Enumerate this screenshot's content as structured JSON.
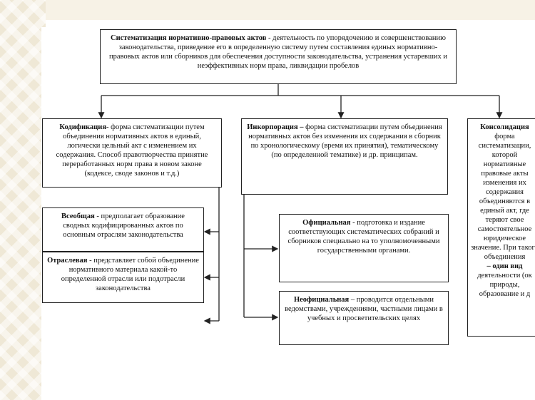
{
  "top_box": {
    "term": "Систематизация нормативно-правовых  актов",
    "text": " -  деятельность по упорядочению и совершенствованию законодательства, приведение его в определенную систему путем составления единых нормативно-правовых актов или сборников для обеспечения доступности законодательства, устранения устаревших и неэффективных норм права, ликвидации пробелов"
  },
  "codification": {
    "term": "Кодификация",
    "text": "- форма систематизации путем объединения нормативных актов в единый, логически цельный акт с изменением их содержания. Способ правотворчества принятие переработанных норм права в новом законе (кодексе, своде законов и т.д.)"
  },
  "incorporation": {
    "term": "Инкорпорация –",
    "text": " форма систематизации путем объединения нормативных актов без изменения их содержания в сборник по хронологическому (время их принятия), тематическому (по определенной тематике) и др. принципам."
  },
  "consolidation": {
    "term": "Консолидация",
    "text": "форма систематизации, которой нормативные правовые акты изменения их содержания объединяются в единый акт, где теряют свое самостоятельное юридическое значение. При такого объединения",
    "tail": "– один вид",
    "tail2": "деятельности (ок природы, образование и д"
  },
  "general": {
    "term": "Всеобщая",
    "text": " - предполагает образование сводных кодифицированных актов по основным отраслям законодательства"
  },
  "branch": {
    "term": "Отраслевая",
    "text": " - представляет собой объединение нормативного материала какой-то определенной отрасли или подотрасли законодательства"
  },
  "official": {
    "term": "Официальная",
    "text": " - подготовка и издание соответствующих систематических собраний и сборников специально на то уполномоченными государственными органами."
  },
  "unofficial": {
    "term": "Неофициальная",
    "text": " – проводится отдельными ведомствами, учреждениями, частными лицами в учебных и просветительских целях"
  }
}
